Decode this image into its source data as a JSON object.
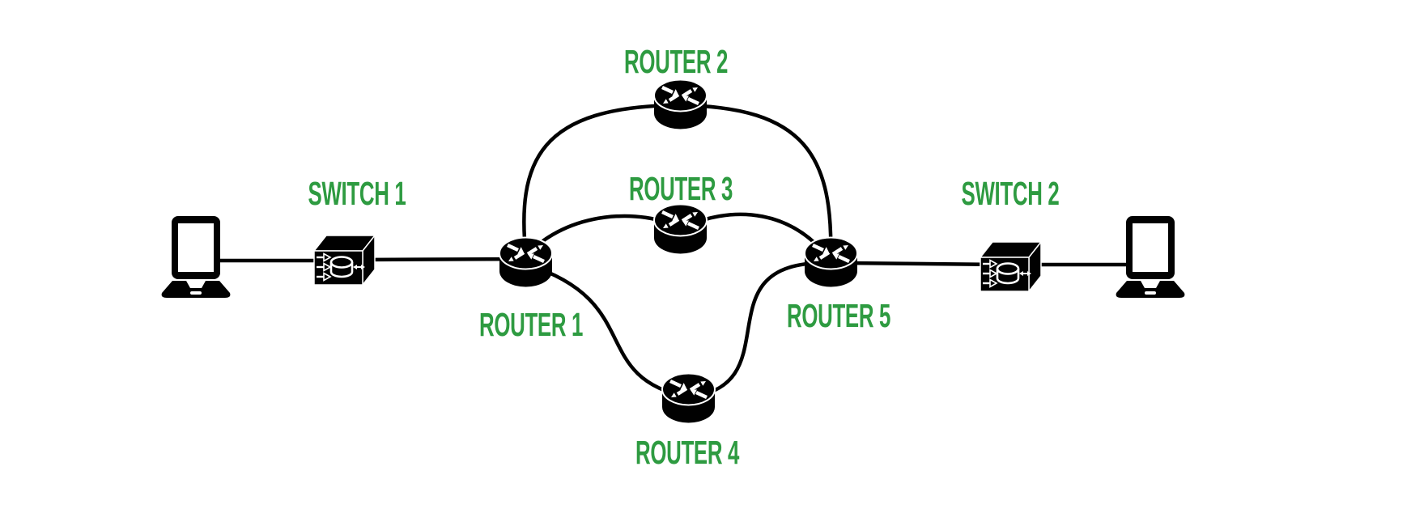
{
  "diagram": {
    "type": "network-topology",
    "colors": {
      "label_green": "#2e9b41",
      "line_black": "#010101",
      "background": "#ffffff"
    },
    "nodes": [
      {
        "id": "laptop-1",
        "type": "laptop",
        "icon": "laptop-icon",
        "label": ""
      },
      {
        "id": "switch-1",
        "type": "switch",
        "icon": "switch-icon",
        "label": "SWITCH 1"
      },
      {
        "id": "router-1",
        "type": "router",
        "icon": "router-icon",
        "label": "ROUTER 1"
      },
      {
        "id": "router-2",
        "type": "router",
        "icon": "router-icon",
        "label": "ROUTER 2"
      },
      {
        "id": "router-3",
        "type": "router",
        "icon": "router-icon",
        "label": "ROUTER 3"
      },
      {
        "id": "router-4",
        "type": "router",
        "icon": "router-icon",
        "label": "ROUTER 4"
      },
      {
        "id": "router-5",
        "type": "router",
        "icon": "router-icon",
        "label": "ROUTER 5"
      },
      {
        "id": "switch-2",
        "type": "switch",
        "icon": "switch-icon",
        "label": "SWITCH 2"
      },
      {
        "id": "laptop-2",
        "type": "laptop",
        "icon": "laptop-icon",
        "label": ""
      }
    ],
    "edges": [
      {
        "from": "laptop-1",
        "to": "switch-1"
      },
      {
        "from": "switch-1",
        "to": "router-1"
      },
      {
        "from": "router-1",
        "to": "router-2"
      },
      {
        "from": "router-1",
        "to": "router-3"
      },
      {
        "from": "router-1",
        "to": "router-4"
      },
      {
        "from": "router-2",
        "to": "router-5"
      },
      {
        "from": "router-3",
        "to": "router-5"
      },
      {
        "from": "router-4",
        "to": "router-5"
      },
      {
        "from": "router-5",
        "to": "switch-2"
      },
      {
        "from": "switch-2",
        "to": "laptop-2"
      }
    ]
  }
}
